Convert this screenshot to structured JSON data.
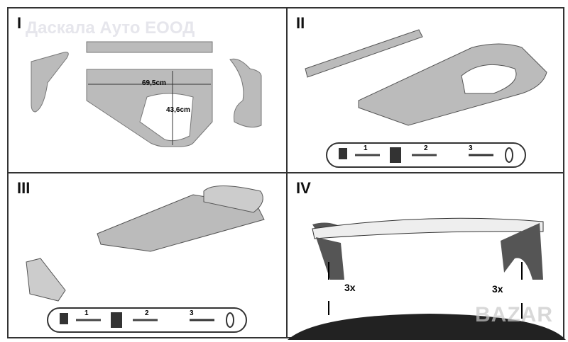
{
  "watermark": "Даскала Ауто ЕООД",
  "watermark_bazar": "BAZAR",
  "panels": [
    {
      "label": "I",
      "dimensions": {
        "width": "69,5cm",
        "height": "43,6cm"
      }
    },
    {
      "label": "II",
      "steps": [
        "1",
        "2",
        "3"
      ]
    },
    {
      "label": "III",
      "steps": [
        "1",
        "2",
        "3"
      ]
    },
    {
      "label": "IV",
      "repeat_left": "3x",
      "repeat_right": "3x"
    }
  ]
}
